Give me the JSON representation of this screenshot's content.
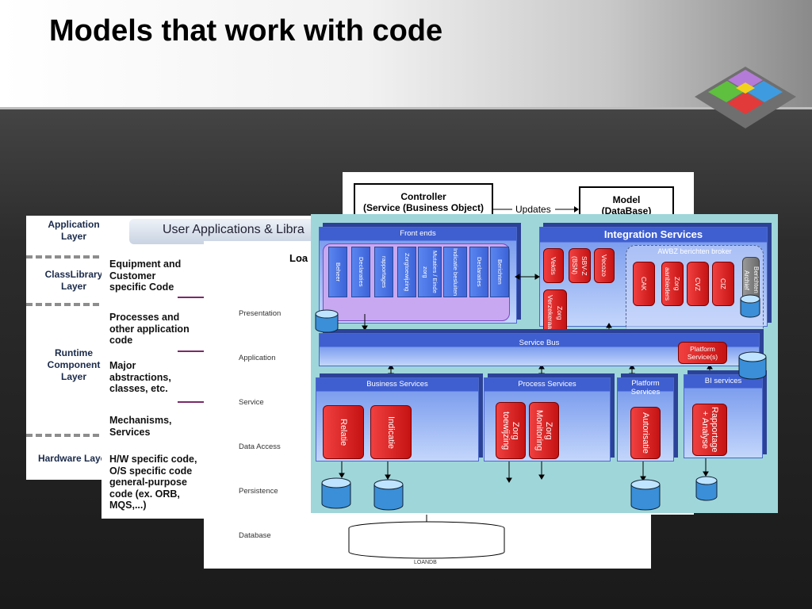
{
  "slide": {
    "title": "Models that work with code"
  },
  "layers_diagram": {
    "layers": [
      "Application Layer",
      "ClassLibrary Layer",
      "Runtime Component Layer",
      "Hardware Layer"
    ],
    "banner": "User Applications & Libra",
    "code_items": [
      "Equipment and Customer specific Code",
      "Processes and other application code",
      "Major abstractions, classes, etc.",
      "Mechanisms, Services",
      "H/W specific code, O/S specific code general-purpose code (ex. ORB, MQS,...)"
    ]
  },
  "tiers_diagram": {
    "heading": "Loa",
    "tiers": [
      "Presentation",
      "Application",
      "Service",
      "Data Access",
      "Persistence",
      "Database"
    ],
    "db_label": "LOANDB"
  },
  "mvc_diagram": {
    "controller": "Controller",
    "controller_sub": "(Service (Business Object)",
    "model": "Model",
    "model_sub": "(DataBase)",
    "arrow_label": "Updates"
  },
  "soa_diagram": {
    "integration_title": "Integration Services",
    "front_ends": {
      "title": "Front ends",
      "tabs": [
        "Beheer",
        "Declaraties",
        "rapportages",
        "Zorgtoewijzing",
        "Mutaties / Einde zorg",
        "Indicatie besluiten",
        "Declaraties",
        "Berichten"
      ]
    },
    "integration_items": [
      "Vektis",
      "SBV-Z (BSN)",
      "Vecozo",
      "Zorg Verzekeraar"
    ],
    "awbz": {
      "title": "AWBZ berichten broker",
      "items": [
        "CAK",
        "Zorg aanbieders",
        "CVZ",
        "CIZ"
      ],
      "archive": "Berichten Archief"
    },
    "service_bus": "Service Bus",
    "platform_services_btn": "Platform Service(s)",
    "business_services": {
      "title": "Business Services",
      "items": [
        "Relatie",
        "Indicatie"
      ]
    },
    "process_services": {
      "title": "Process Services",
      "items": [
        "Zorg toewijzing",
        "Zorg Monitoring"
      ]
    },
    "platform_services": {
      "title": "Platform Services",
      "items": [
        "Autorisatie"
      ]
    },
    "bi_services": {
      "title": "BI services",
      "items": [
        "Rapportage + Analyse"
      ]
    }
  },
  "colors": {
    "accent_red": "#d81f1f",
    "accent_blue": "#3f5fd0",
    "soa_background": "#9fd6da"
  }
}
